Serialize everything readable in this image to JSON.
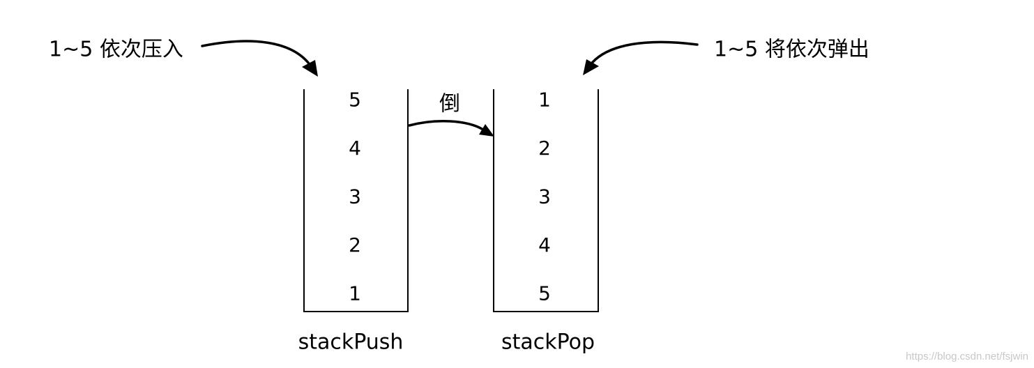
{
  "push_caption": "1~5 依次压入",
  "pop_caption": "1~5 将依次弹出",
  "transfer_label": "倒",
  "stack_push": {
    "name": "stackPush",
    "items": [
      "5",
      "4",
      "3",
      "2",
      "1"
    ]
  },
  "stack_pop": {
    "name": "stackPop",
    "items": [
      "1",
      "2",
      "3",
      "4",
      "5"
    ]
  },
  "watermark": "https://blog.csdn.net/fsjwin"
}
